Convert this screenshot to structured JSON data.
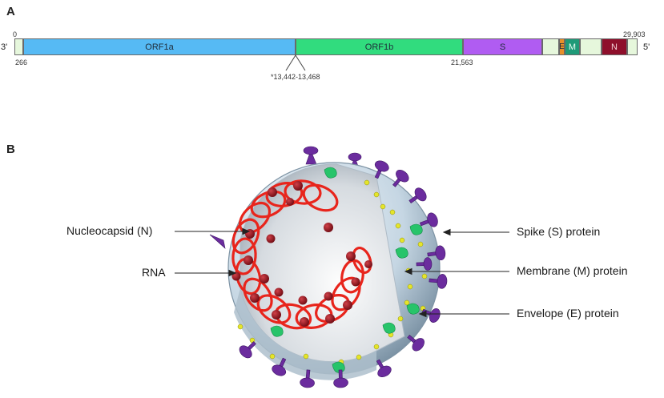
{
  "panel_a": {
    "label": "A",
    "end_left": "3'",
    "end_right": "5'",
    "pos_start": "0",
    "pos_end": "29,903",
    "pos_266": "266",
    "pos_21563": "21,563",
    "pos_frameshift": "*13,442-13,468",
    "segments": {
      "orf1a": "ORF1a",
      "orf1b": "ORF1b",
      "s": "S",
      "e": "E",
      "m": "M",
      "n": "N"
    },
    "colors": {
      "orf1a": "#56baf4",
      "orf1b": "#31dc7e",
      "s": "#b05cf2",
      "e": "#e8902a",
      "m": "#1e9a78",
      "n": "#8e0f2b",
      "utr": "#e6f7dc"
    }
  },
  "panel_b": {
    "label": "B",
    "callouts": {
      "nucleocapsid": "Nucleocapsid (N)",
      "rna": "RNA",
      "spike": "Spike (S) protein",
      "membrane": "Membrane (M) protein",
      "envelope": "Envelope (E) protein"
    },
    "colors": {
      "shell": "#c9d9e6",
      "rna": "#e8251c",
      "nucleocapsid": "#8c0f18",
      "spike": "#6b2c9e",
      "envelope": "#27c46a",
      "membrane": "#e5e52a"
    }
  }
}
